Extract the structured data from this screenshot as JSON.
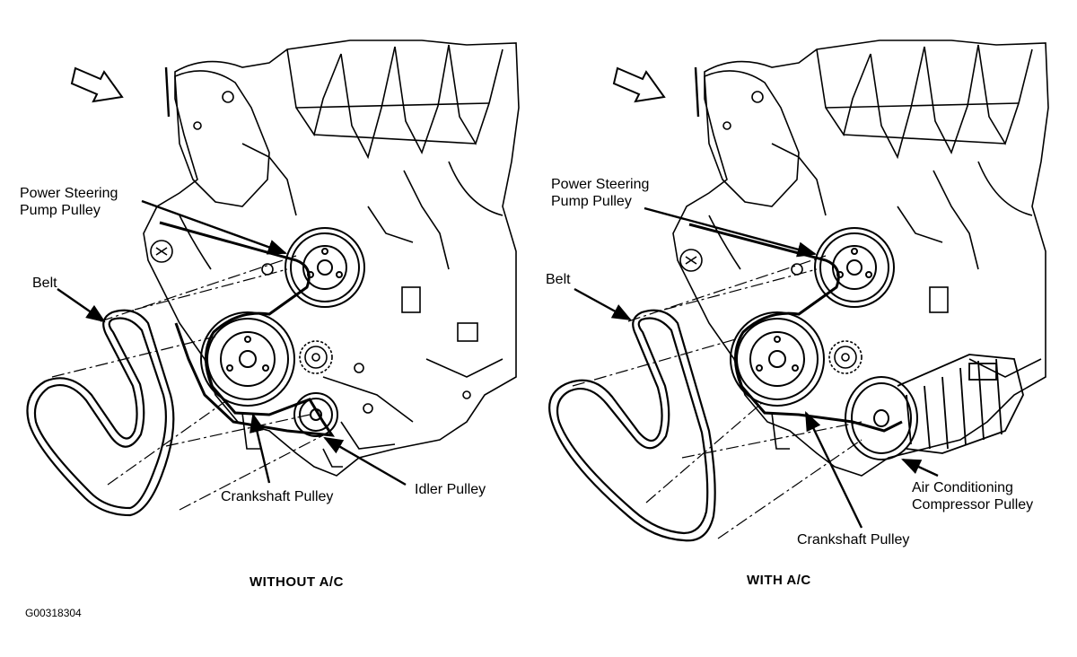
{
  "figure_id": "G00318304",
  "panels": [
    {
      "caption": "WITHOUT A/C",
      "labels": {
        "power_steering": "Power Steering\nPump Pulley",
        "belt": "Belt",
        "crankshaft": "Crankshaft Pulley",
        "idler": "Idler Pulley"
      }
    },
    {
      "caption": "WITH A/C",
      "labels": {
        "power_steering": "Power Steering\nPump Pulley",
        "belt": "Belt",
        "crankshaft": "Crankshaft Pulley",
        "ac_compressor": "Air Conditioning\nCompressor Pulley"
      }
    }
  ],
  "icons": [
    "view-direction-arrow-icon",
    "view-direction-arrow-icon"
  ],
  "colors": {
    "line": "#000000",
    "background": "#ffffff"
  }
}
